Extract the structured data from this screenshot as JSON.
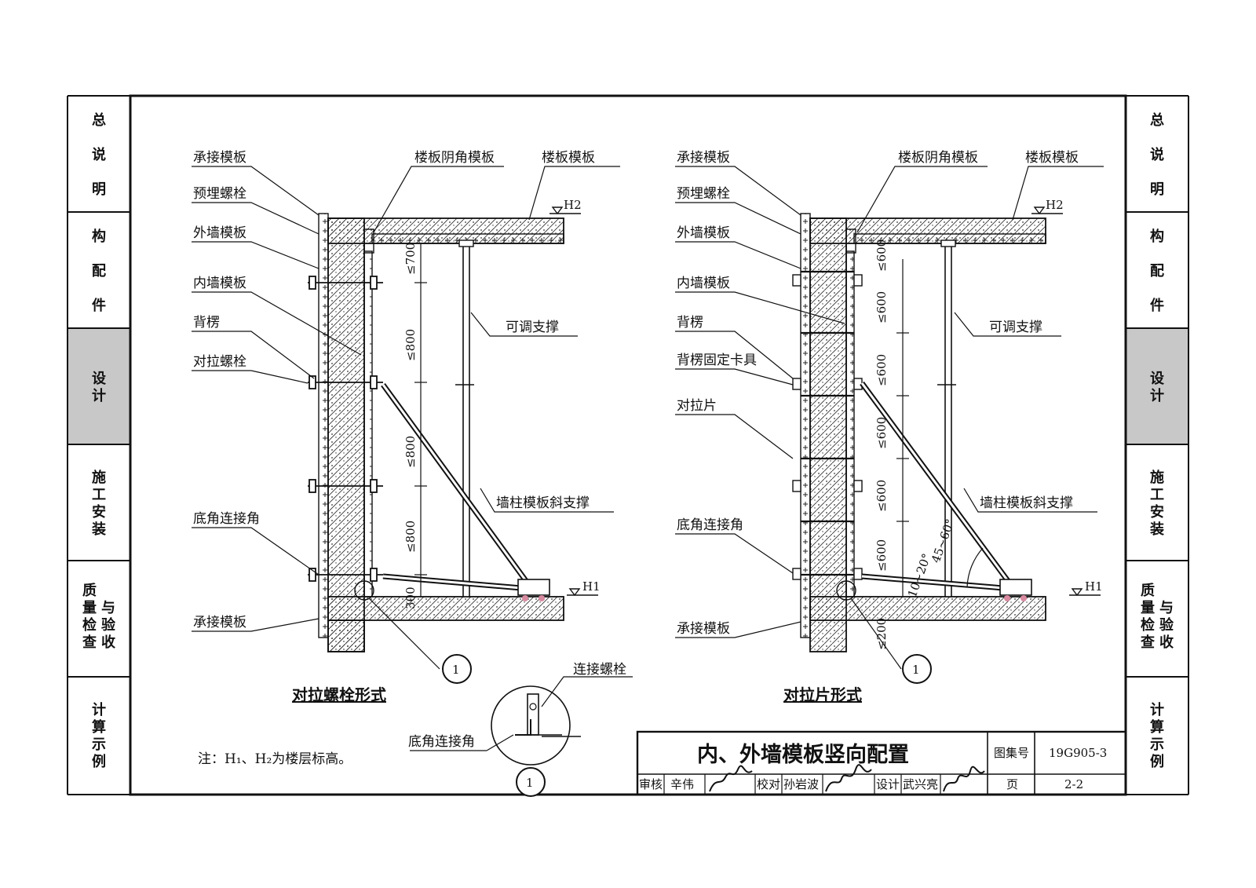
{
  "side_nav": {
    "sections": [
      {
        "id": "overview",
        "label": "总说明"
      },
      {
        "id": "components",
        "label": "构配件"
      },
      {
        "id": "design",
        "label": "设计"
      },
      {
        "id": "install",
        "label": "施工安装"
      },
      {
        "id": "quality",
        "label": "质量检查与验收"
      },
      {
        "id": "calc",
        "label": "计算示例"
      }
    ]
  },
  "left_drawing": {
    "title": "对拉螺栓形式",
    "labels": {
      "support_top": "承接模板",
      "embedded_bolt": "预埋螺栓",
      "outer_wall": "外墙模板",
      "inner_wall": "内墙模板",
      "back_ridge": "背楞",
      "tie_bolt": "对拉螺栓",
      "base_angle": "底角连接角",
      "support_bottom": "承接模板",
      "slab_corner": "楼板阴角模板",
      "slab": "楼板模板",
      "adjustable_prop": "可调支撑",
      "diagonal_brace": "墙柱模板斜支撑"
    },
    "dims": [
      "≤700",
      "≤800",
      "≤800",
      "≤800",
      "300"
    ]
  },
  "right_drawing": {
    "title": "对拉片形式",
    "labels": {
      "support_top": "承接模板",
      "embedded_bolt": "预埋螺栓",
      "outer_wall": "外墙模板",
      "inner_wall": "内墙模板",
      "back_ridge": "背楞",
      "ridge_clamp": "背楞固定卡具",
      "tie_plate": "对拉片",
      "base_angle": "底角连接角",
      "support_bottom": "承接模板",
      "slab_corner": "楼板阴角模板",
      "slab": "楼板模板",
      "adjustable_prop": "可调支撑",
      "diagonal_brace": "墙柱模板斜支撑"
    },
    "dims": [
      "≤600",
      "≤600",
      "≤600",
      "≤600",
      "≤600",
      "≤600",
      "≤200"
    ],
    "angles": [
      "10~20°",
      "45~60°"
    ]
  },
  "levels": {
    "h2": "H2",
    "h1": "H1"
  },
  "detail": {
    "mark": "1",
    "connect_bolt": "连接螺栓",
    "base_angle": "底角连接角"
  },
  "note": "注：H₁、H₂为楼层标高。",
  "title_block": {
    "title": "内、外墙模板竖向配置",
    "atlas_label": "图集号",
    "atlas_no": "19G905-3",
    "review_label": "审核",
    "reviewer": "辛伟",
    "check_label": "校对",
    "checker": "孙岩波",
    "design_label": "设计",
    "designer": "武兴亮",
    "page_label": "页",
    "page_no": "2-2"
  }
}
